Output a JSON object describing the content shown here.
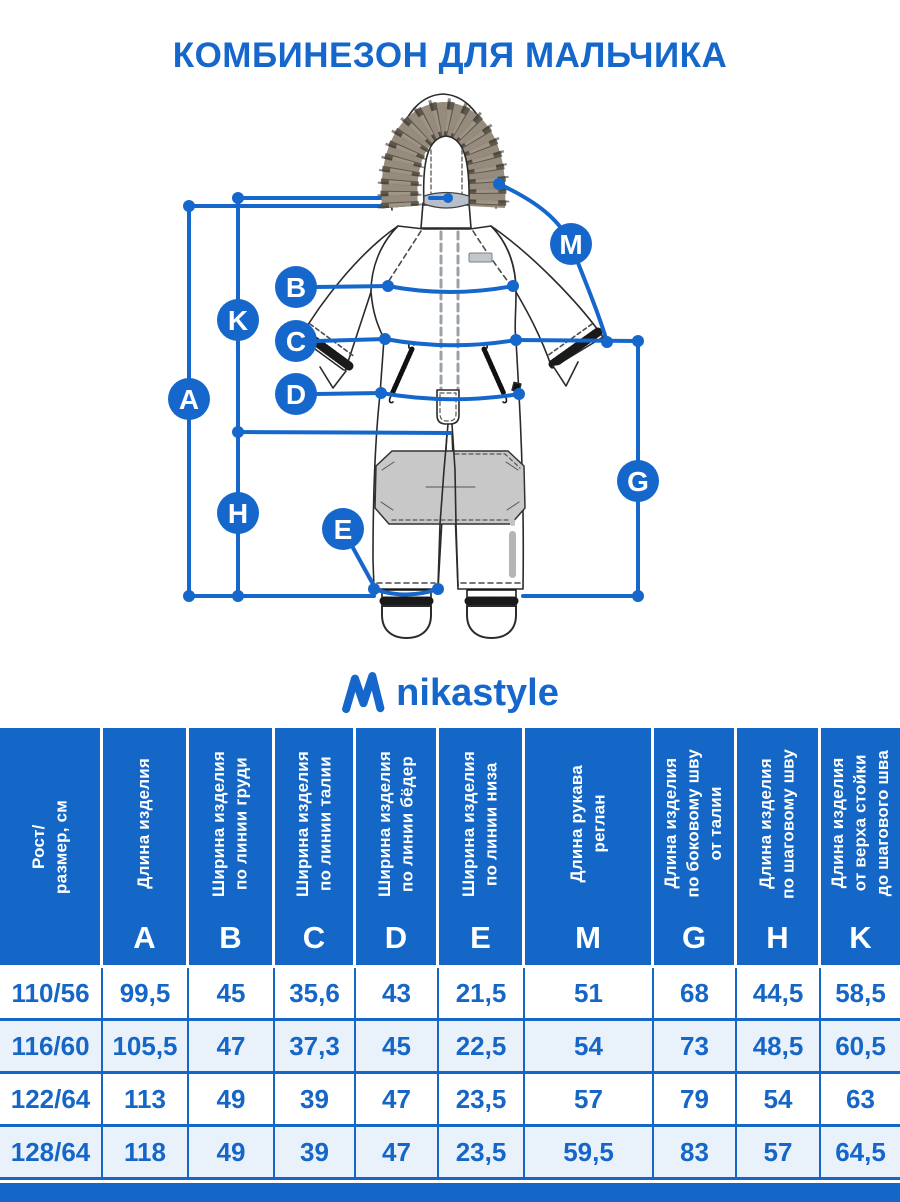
{
  "title": "КОМБИНЕЗОН ДЛЯ МАЛЬЧИКА",
  "logo": {
    "text": "nikastyle"
  },
  "colors": {
    "accent": "#1467C6",
    "row_alt": "#E9F2FB",
    "patch_gray": "#C8C8C8"
  },
  "diagram": {
    "markers": {
      "A": "A",
      "B": "B",
      "C": "C",
      "D": "D",
      "E": "E",
      "M": "M",
      "G": "G",
      "H": "H",
      "K": "K"
    }
  },
  "table": {
    "size_header": "Рост/\nразмер, см",
    "columns": [
      {
        "label": "Длина изделия",
        "letter": "A"
      },
      {
        "label": "Ширина изделия\nпо линии груди",
        "letter": "B"
      },
      {
        "label": "Ширина изделия\nпо линии талии",
        "letter": "C"
      },
      {
        "label": "Ширина изделия\nпо линии бёдер",
        "letter": "D"
      },
      {
        "label": "Ширина изделия\nпо линии низа",
        "letter": "E"
      },
      {
        "label": "Длина  рукава\nреглан",
        "letter": "M"
      },
      {
        "label": "Длина изделия\nпо боковому шву\nот талии",
        "letter": "G"
      },
      {
        "label": "Длина изделия\nпо шаговому шву",
        "letter": "H"
      },
      {
        "label": "Длина изделия\nот верха стойки\nдо шагового шва",
        "letter": "K"
      }
    ],
    "rows": [
      {
        "size": "110/56",
        "values": [
          "99,5",
          "45",
          "35,6",
          "43",
          "21,5",
          "51",
          "68",
          "44,5",
          "58,5"
        ]
      },
      {
        "size": "116/60",
        "values": [
          "105,5",
          "47",
          "37,3",
          "45",
          "22,5",
          "54",
          "73",
          "48,5",
          "60,5"
        ]
      },
      {
        "size": "122/64",
        "values": [
          "113",
          "49",
          "39",
          "47",
          "23,5",
          "57",
          "79",
          "54",
          "63"
        ]
      },
      {
        "size": "128/64",
        "values": [
          "118",
          "49",
          "39",
          "47",
          "23,5",
          "59,5",
          "83",
          "57",
          "64,5"
        ]
      }
    ]
  }
}
